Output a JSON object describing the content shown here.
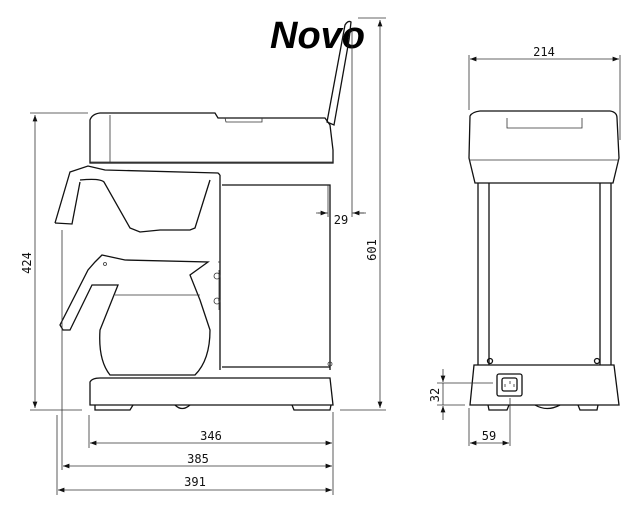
{
  "brand": "Novo",
  "side_view": {
    "dimensions": {
      "height": "424",
      "total_height_lid_open": "601",
      "lid_offset": "29",
      "base_depth": "346",
      "depth_with_filter": "385",
      "total_depth": "391"
    }
  },
  "front_view": {
    "dimensions": {
      "width": "214",
      "socket_height": "32",
      "socket_offset": "59"
    }
  }
}
